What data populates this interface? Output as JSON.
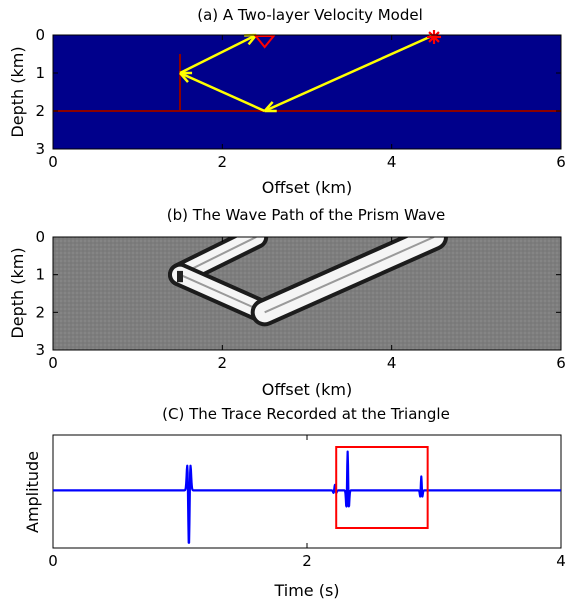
{
  "chart_data": [
    {
      "type": "heatmap",
      "title": "(a) A Two-layer Velocity Model",
      "xlabel": "Offset (km)",
      "ylabel": "Depth (km)",
      "xlim": [
        0,
        6
      ],
      "ylim": [
        0,
        3
      ],
      "xticks": [
        "0",
        "2",
        "4",
        "6"
      ],
      "yticks": [
        "0",
        "1",
        "2",
        "3"
      ],
      "background_color": "#00008b",
      "interface": {
        "depth": 2.0,
        "color": "#8b0000"
      },
      "vertical_reflector": {
        "x": 1.5,
        "depth_range": [
          0.5,
          2.0
        ],
        "color": "#8b0000"
      },
      "source": {
        "x": 4.5,
        "depth": 0.0,
        "symbol": "asterisk",
        "color": "#ff0000"
      },
      "receiver": {
        "x": 2.5,
        "depth": 0.0,
        "symbol": "triangle",
        "color": "#ff0000"
      },
      "ray_path": {
        "color": "#ffff00",
        "points": [
          [
            4.5,
            0.0
          ],
          [
            2.5,
            2.0
          ],
          [
            1.5,
            1.0
          ],
          [
            2.4,
            0.0
          ]
        ]
      }
    },
    {
      "type": "heatmap",
      "title": "(b) The Wave Path of the Prism Wave",
      "xlabel": "Offset (km)",
      "ylabel": "Depth (km)",
      "xlim": [
        0,
        6
      ],
      "ylim": [
        0,
        3
      ],
      "xticks": [
        "0",
        "2",
        "4",
        "6"
      ],
      "yticks": [
        "0",
        "1",
        "2",
        "3"
      ],
      "background_color": "#808080"
    },
    {
      "type": "line",
      "title": "(C) The Trace Recorded at the Triangle",
      "xlabel": "Time (s)",
      "ylabel": "Amplitude",
      "xlim": [
        0,
        4
      ],
      "xticks": [
        "0",
        "2",
        "4"
      ],
      "line_color": "#0000ff",
      "events": [
        {
          "time": 1.07,
          "amplitude": 1.0
        },
        {
          "time": 2.22,
          "amplitude": 0.1
        },
        {
          "time": 2.32,
          "amplitude": 0.7
        },
        {
          "time": 2.9,
          "amplitude": 0.25
        }
      ],
      "highlight_box": {
        "x_range": [
          2.23,
          2.95
        ],
        "color": "#ff0000"
      }
    }
  ]
}
